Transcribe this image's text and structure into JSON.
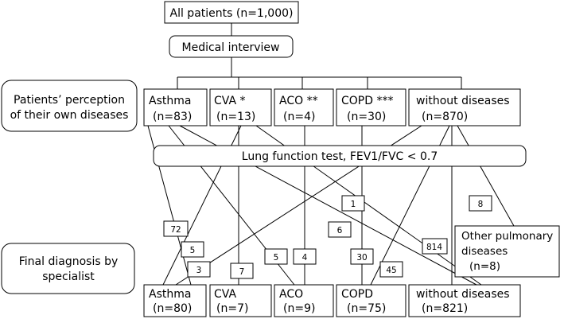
{
  "top": {
    "all_patients": "All patients (n=1,000)",
    "interview": "Medical interview"
  },
  "row_labels": {
    "perception": [
      "Patients’ perception",
      "of their own diseases"
    ],
    "final": [
      "Final diagnosis by",
      "specialist"
    ]
  },
  "perception": [
    {
      "name": "Asthma",
      "n": "(n=83)"
    },
    {
      "name": "CVA *",
      "n": "(n=13)"
    },
    {
      "name": "ACO **",
      "n": "(n=4)"
    },
    {
      "name": "COPD ***",
      "n": "(n=30)"
    },
    {
      "name": "without diseases",
      "n": "(n=870)"
    }
  ],
  "lung_test": "Lung function test, FEV1/FVC < 0.7",
  "final": [
    {
      "name": "Asthma",
      "n": "(n=80)"
    },
    {
      "name": "CVA",
      "n": "(n=7)"
    },
    {
      "name": "ACO",
      "n": "(n=9)"
    },
    {
      "name": "COPD",
      "n": "(n=75)"
    },
    {
      "name": "without diseases",
      "n": "(n=821)"
    }
  ],
  "other": [
    "Other pulmonary",
    "diseases",
    "(n=8)"
  ],
  "flows": [
    {
      "from": "asthma",
      "to": "asthma",
      "count": "72"
    },
    {
      "from": "cva",
      "to": "asthma",
      "count": "5"
    },
    {
      "from": "without",
      "to": "asthma",
      "count": "3"
    },
    {
      "from": "cva",
      "to": "cva",
      "count": "7"
    },
    {
      "from": "asthma",
      "to": "aco",
      "count": "5"
    },
    {
      "from": "aco",
      "to": "aco",
      "count": "4"
    },
    {
      "from": "asthma",
      "to": "without",
      "count": "6"
    },
    {
      "from": "cva",
      "to": "without",
      "count": "1"
    },
    {
      "from": "copd",
      "to": "copd",
      "count": "30"
    },
    {
      "from": "without",
      "to": "copd",
      "count": "45"
    },
    {
      "from": "without",
      "to": "without",
      "count": "814"
    },
    {
      "from": "without",
      "to": "other",
      "count": "8"
    }
  ]
}
